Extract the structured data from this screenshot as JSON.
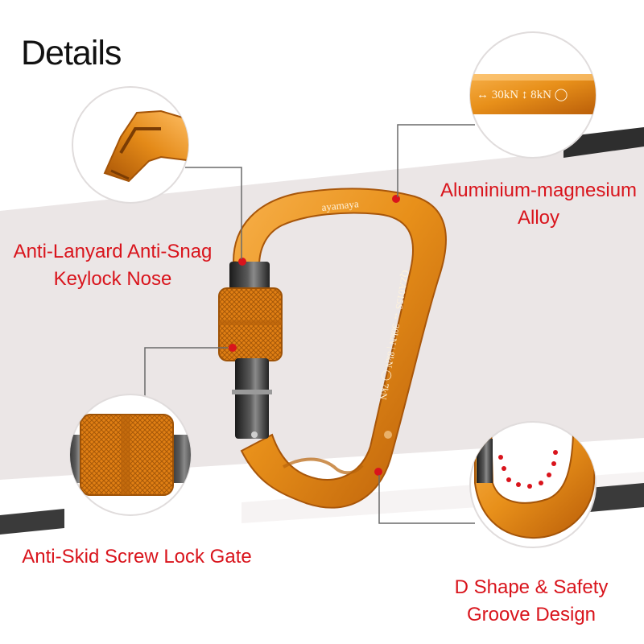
{
  "title": "Details",
  "brand_engraving": "ayamaya",
  "spine_engraving": "QZA015S ↔ 30kN | 8kN ◯ 7kN",
  "rating_engraving": "↔ 30kN ↕ 8kN ◯",
  "features": {
    "nose": [
      "Anti-Lanyard Anti-Snag",
      "Keylock Nose"
    ],
    "alloy": [
      "Aluminium-magnesium",
      "Alloy"
    ],
    "lock": "Anti-Skid Screw Lock Gate",
    "groove": [
      "D Shape & Safety",
      "Groove Design"
    ]
  },
  "colors": {
    "accent_red": "#d9141c",
    "body_orange": "#e8901a",
    "band_gray": "#ebe6e6",
    "dark_gray": "#3d3d3d"
  }
}
